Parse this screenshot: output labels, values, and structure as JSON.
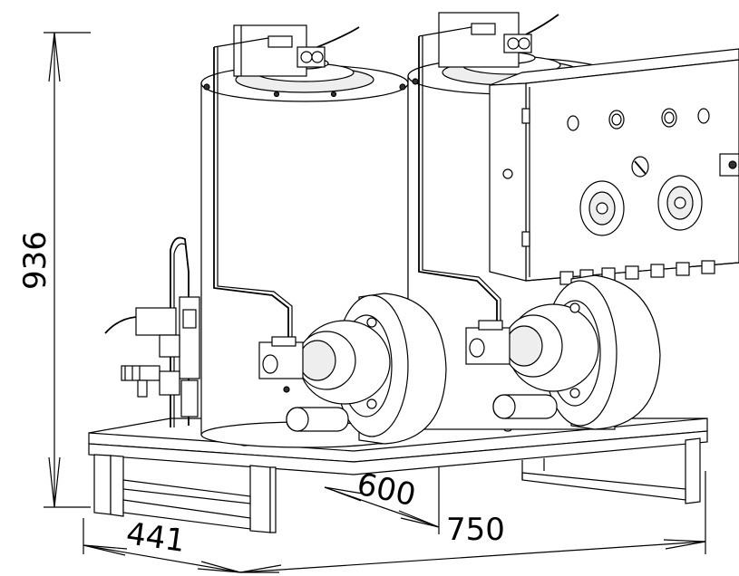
{
  "dimensions": {
    "height": "936",
    "depth": "441",
    "inner_length": "600",
    "overall_length": "750"
  }
}
